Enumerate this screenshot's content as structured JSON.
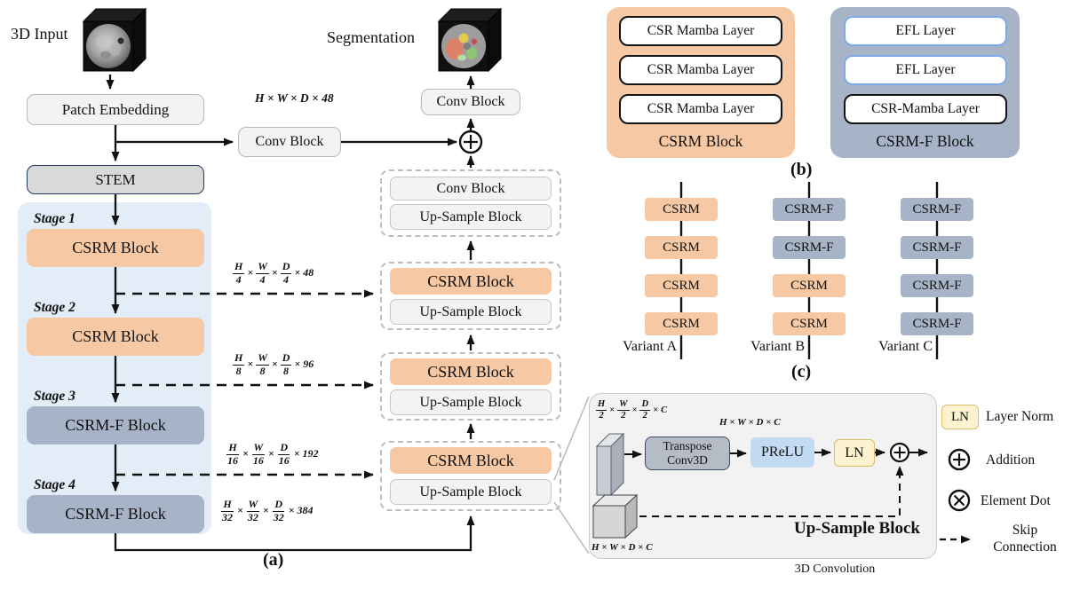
{
  "encoder": {
    "input_label": "3D Input",
    "patch_embedding": "Patch Embedding",
    "conv_block": "Conv Block",
    "stem": "STEM",
    "dim_full": "H × W × D × 48",
    "stages": [
      {
        "label": "Stage 1",
        "block": "CSRM Block"
      },
      {
        "label": "Stage 2",
        "block": "CSRM Block"
      },
      {
        "label": "Stage 3",
        "block": "CSRM-F Block"
      },
      {
        "label": "Stage 4",
        "block": "CSRM-F Block"
      }
    ],
    "skip_dims": [
      [
        "H/4",
        "W/4",
        "D/4",
        "48"
      ],
      [
        "H/8",
        "W/8",
        "D/8",
        "96"
      ],
      [
        "H/16",
        "W/16",
        "D/16",
        "192"
      ],
      [
        "H/32",
        "W/32",
        "D/32",
        "384"
      ]
    ]
  },
  "decoder": {
    "segmentation_label": "Segmentation",
    "conv_block_top": "Conv Block",
    "groups": [
      {
        "top": "Conv Block",
        "bottom": "Up-Sample Block"
      },
      {
        "top": "CSRM Block",
        "bottom": "Up-Sample Block"
      },
      {
        "top": "CSRM Block",
        "bottom": "Up-Sample Block"
      },
      {
        "top": "CSRM Block",
        "bottom": "Up-Sample Block"
      }
    ]
  },
  "captions": {
    "a": "(a)",
    "b": "(b)",
    "c": "(c)"
  },
  "panel_b": {
    "csrm": {
      "layers": [
        "CSR Mamba Layer",
        "CSR Mamba Layer",
        "CSR Mamba Layer"
      ],
      "label": "CSRM Block"
    },
    "csrmf": {
      "layers": [
        "EFL Layer",
        "EFL Layer",
        "CSR-Mamba Layer"
      ],
      "label": "CSRM-F Block"
    }
  },
  "panel_c": {
    "variants": [
      {
        "name": "Variant A",
        "blocks": [
          "CSRM",
          "CSRM",
          "CSRM",
          "CSRM"
        ]
      },
      {
        "name": "Variant B",
        "blocks": [
          "CSRM-F",
          "CSRM-F",
          "CSRM",
          "CSRM"
        ]
      },
      {
        "name": "Variant C",
        "blocks": [
          "CSRM-F",
          "CSRM-F",
          "CSRM-F",
          "CSRM-F"
        ]
      }
    ]
  },
  "upsample_detail": {
    "dim_in_half": [
      "H/2",
      "W/2",
      "D/2",
      "C"
    ],
    "dim_mid": "H × W × D × C",
    "dim_skip": "H × W × D × C",
    "transpose_line1": "Transpose",
    "transpose_line2": "Conv3D",
    "prelu": "PReLU",
    "ln": "LN",
    "title": "Up-Sample Block",
    "caption": "3D Convolution"
  },
  "legend": {
    "ln_symbol": "LN",
    "ln_label": "Layer Norm",
    "addition_label": "Addition",
    "element_dot_label": "Element Dot",
    "skip_line1": "Skip",
    "skip_line2": "Connection"
  },
  "colors": {
    "csrm_orange": "#f6c8a3",
    "csrmf_gray_blue": "#a7b3c6",
    "stage_container_blue": "#e2edf8",
    "light_block_gray": "#f3f3f3",
    "stem_gray": "#d9d9d9",
    "stem_border_navy": "#24395e",
    "efl_border_blue": "#7ea9e8",
    "prelu_blue": "#c2dbf2",
    "ln_yellow": "#fcf2d0",
    "ln_border_yellow": "#d9bd6a",
    "transpose_gray": "#b6bcc6",
    "dashed_border_gray": "#bdbdbd"
  }
}
